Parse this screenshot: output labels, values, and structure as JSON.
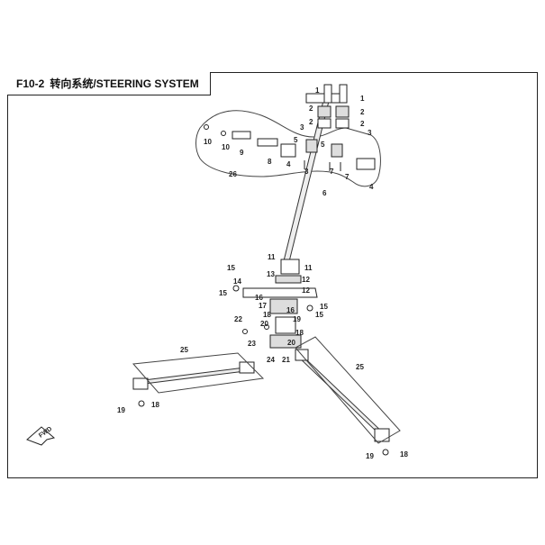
{
  "header": {
    "page_code": "F10-2",
    "title": "转向系统/STEERING SYSTEM"
  },
  "callouts": [
    "1",
    "2",
    "3",
    "4",
    "5",
    "6",
    "7",
    "8",
    "9",
    "10",
    "11",
    "12",
    "13",
    "14",
    "15",
    "16",
    "17",
    "18",
    "19",
    "20",
    "21",
    "22",
    "23",
    "24",
    "25",
    "26"
  ],
  "fwd_label": "FWD",
  "colors": {
    "line": "#222222",
    "fill": "#ffffff",
    "shade": "#cfcfcf"
  }
}
